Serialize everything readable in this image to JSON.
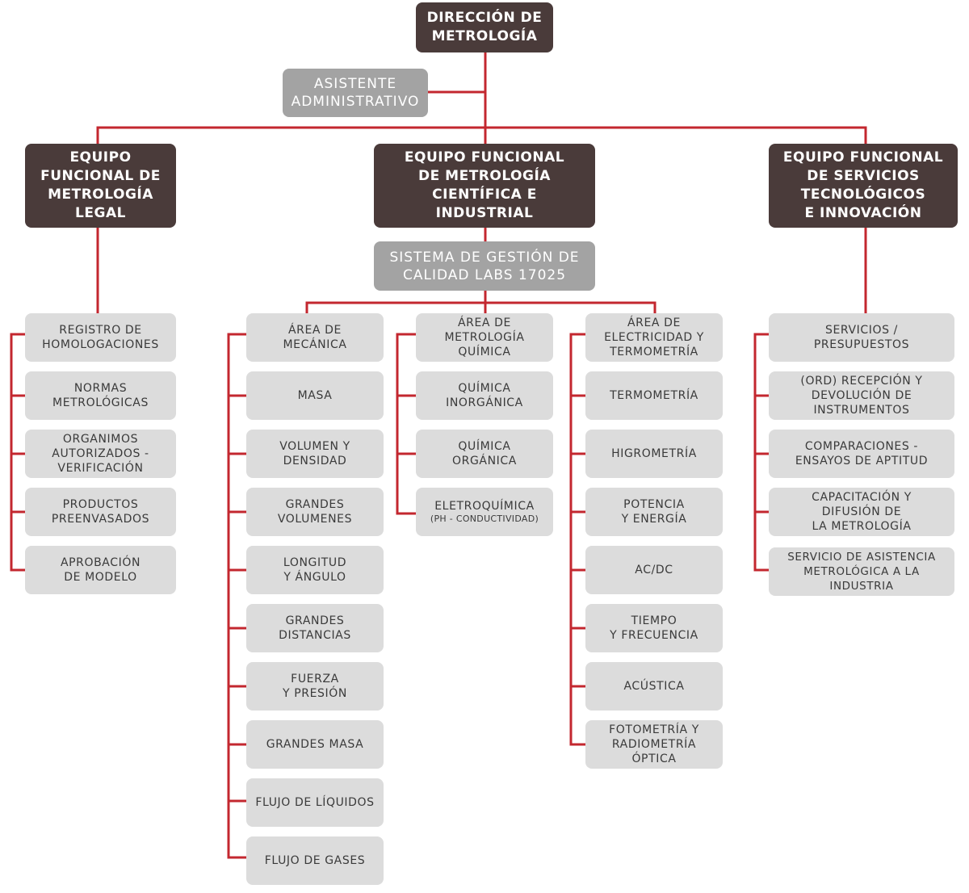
{
  "director": "DIRECCIÓN DE\nMETROLOGÍA",
  "assistant": "ASISTENTE\nADMINISTRATIVO",
  "teams": {
    "legal": "EQUIPO\nFUNCIONAL DE\nMETROLOGÍA\nLEGAL",
    "cientifica": "EQUIPO FUNCIONAL\nDE METROLOGÍA\nCIENTÍFICA E\nINDUSTRIAL",
    "servicios": "EQUIPO FUNCIONAL\nDE SERVICIOS\nTECNOLÓGICOS\nE INNOVACIÓN"
  },
  "quality_system": "SISTEMA DE GESTIÓN DE\nCALIDAD LABS 17025",
  "legal_items": [
    "REGISTRO DE\nHOMOLOGACIONES",
    "NORMAS\nMETROLÓGICAS",
    "ORGANIMOS\nAUTORIZADOS -\nVERIFICACIÓN",
    "PRODUCTOS\nPREENVASADOS",
    "APROBACIÓN\nDE MODELO"
  ],
  "mecanica_items": [
    "ÁREA DE\nMECÁNICA",
    "MASA",
    "VOLUMEN Y\nDENSIDAD",
    "GRANDES\nVOLUMENES",
    "LONGITUD\nY ÁNGULO",
    "GRANDES\nDISTANCIAS",
    "FUERZA\nY PRESIÓN",
    "GRANDES MASA",
    "FLUJO DE LÍQUIDOS",
    "FLUJO DE GASES"
  ],
  "quimica_items": [
    "ÁREA DE\nMETROLOGÍA\nQUÍMICA",
    "QUÍMICA\nINORGÁNICA",
    "QUÍMICA\nORGÁNICA",
    "ELETROQUÍMICA"
  ],
  "quimica_note": "(PH - CONDUCTIVIDAD)",
  "electricidad_items": [
    "ÁREA DE\nELECTRICIDAD Y\nTERMOMETRÍA",
    "TERMOMETRÍA",
    "HIGROMETRÍA",
    "POTENCIA\nY ENERGÍA",
    "AC/DC",
    "TIEMPO\nY FRECUENCIA",
    "ACÚSTICA",
    "FOTOMETRÍA Y\nRADIOMETRÍA\nÓPTICA"
  ],
  "servicios_items": [
    "SERVICIOS /\nPRESUPUESTOS",
    "(ORD) RECEPCIÓN Y\nDEVOLUCIÓN DE\nINSTRUMENTOS",
    "COMPARACIONES -\nENSAYOS DE APTITUD",
    "CAPACITACIÓN Y\nDIFUSIÓN DE\nLA METROLOGÍA",
    "SERVICIO DE ASISTENCIA\nMETROLÓGICA A LA\nINDUSTRIA"
  ],
  "colors": {
    "line": "#c3272f",
    "dark_box": "#4a3b3a",
    "mid_box": "#a3a3a3",
    "light_box": "#dcdcdc"
  }
}
